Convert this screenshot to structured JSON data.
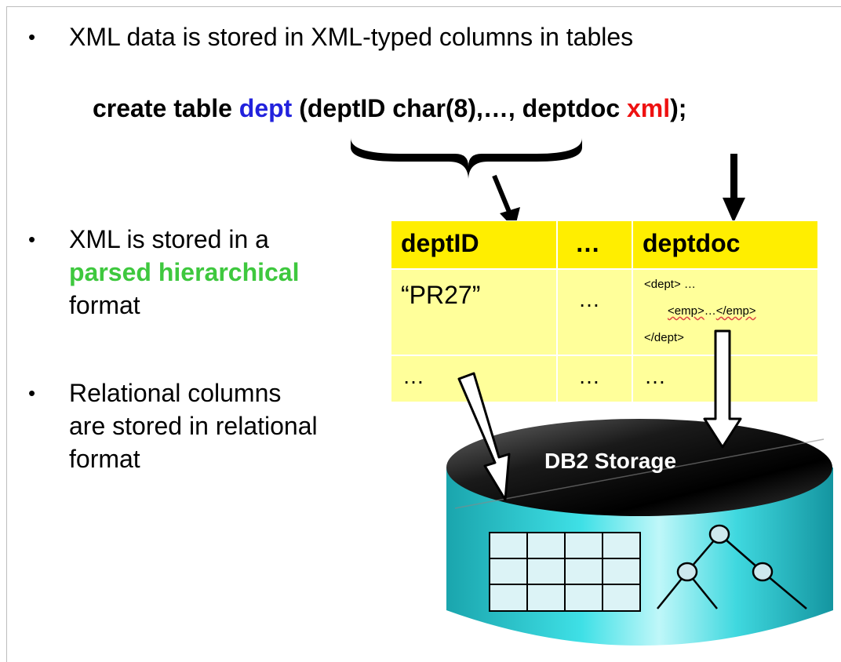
{
  "bullets": [
    {
      "symbol": "•",
      "lines": [
        "XML data is stored in XML-typed columns in tables"
      ]
    },
    {
      "symbol": "•",
      "line1": "XML is stored in a",
      "highlight": "parsed hierarchical",
      "line3": "format"
    },
    {
      "symbol": "•",
      "lines": [
        "Relational columns",
        "are stored in relational",
        "format"
      ]
    }
  ],
  "sql": {
    "part1": "create table ",
    "table_name": "dept",
    "part2": " (deptID char(8),…, deptdoc ",
    "type": "xml",
    "part3": ");"
  },
  "table": {
    "headers": [
      "deptID",
      "…",
      "deptdoc"
    ],
    "row1": {
      "deptid": "“PR27”",
      "ellipsis": "…",
      "doc_line1": "<dept> …",
      "doc_line2_open": "<emp>",
      "doc_line2_mid": "…",
      "doc_line2_close": "</emp>",
      "doc_line3": "</dept>"
    },
    "row2": [
      "…",
      "…",
      "…"
    ]
  },
  "storage": {
    "label": "DB2 Storage"
  },
  "colors": {
    "highlight_green": "#3ec83e",
    "keyword_blue": "#2222dd",
    "keyword_red": "#ee1111",
    "header_yellow": "#ffee00",
    "row_yellow": "#ffff9a",
    "cylinder_teal": "#22c4cc"
  }
}
